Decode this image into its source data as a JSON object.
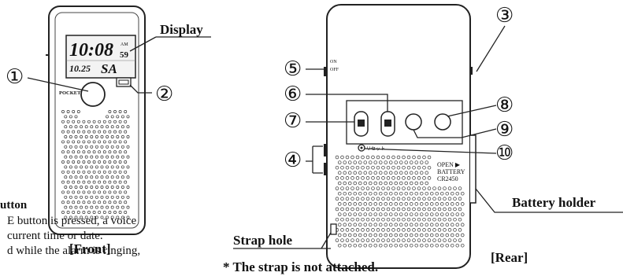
{
  "front": {
    "caption": "[Front]",
    "display_label": "Display",
    "brand": "POCKETTALK",
    "screen": {
      "time": "10:08",
      "am": "AM",
      "seconds": "59",
      "date": "10.25",
      "day": "SA"
    },
    "markers": {
      "button_1": "①",
      "button_2": "②"
    }
  },
  "description": {
    "heading": "utton",
    "lines": [
      "E button is pressed, a voice",
      "current time or date.",
      "d while the alarm is ringing,"
    ]
  },
  "rear": {
    "caption": "[Rear]",
    "battery_holder_label": "Battery holder",
    "strap_hole_label": "Strap hole",
    "strap_note": "* The strap is  not attached.",
    "markers": {
      "m3": "③",
      "m4": "④",
      "m5": "⑤",
      "m6": "⑥",
      "m7": "⑦",
      "m8": "⑧",
      "m9": "⑨",
      "m10": "⑩"
    },
    "switch_power": {
      "on": "ON",
      "off": "OFF"
    },
    "battery_text": [
      "OPEN ▶",
      "BATTERY",
      "CR2450"
    ],
    "reset_label": "リセット"
  }
}
